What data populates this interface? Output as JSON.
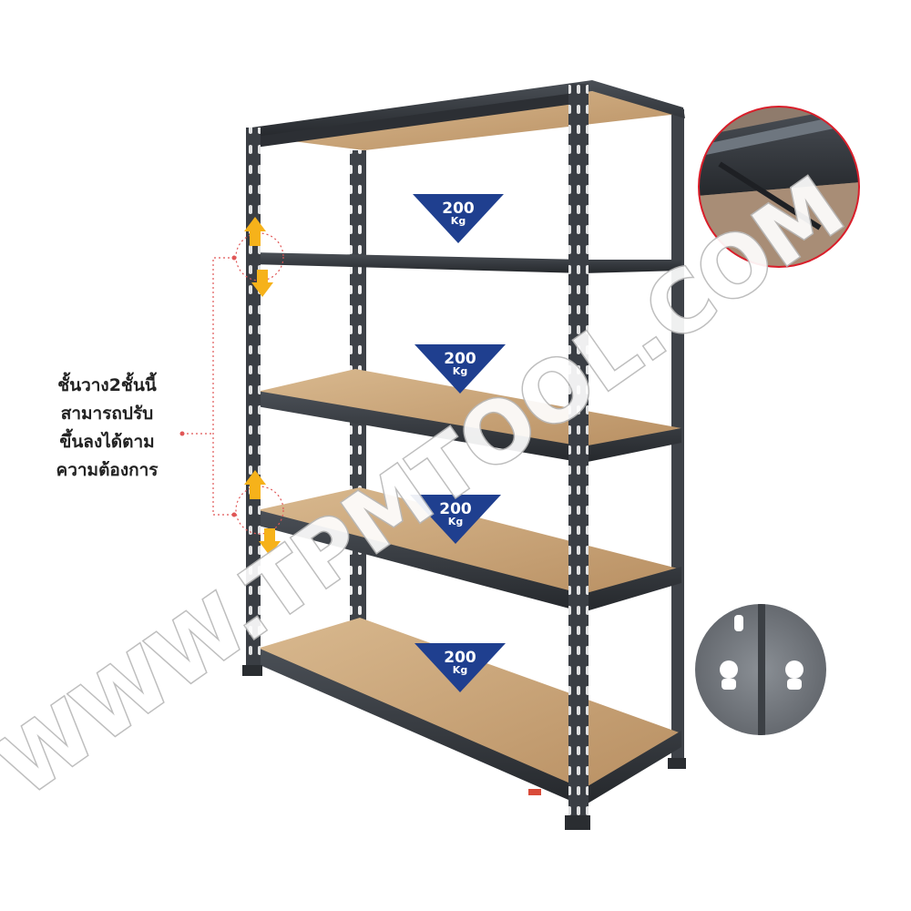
{
  "note": {
    "lines": [
      "ชั้นวาง2ชั้นนี้",
      "สามารถปรับ",
      "ขึ้นลงได้ตาม",
      "ความต้องการ"
    ]
  },
  "load_badges": [
    {
      "value": "200",
      "unit": "Kg"
    },
    {
      "value": "200",
      "unit": "Kg"
    },
    {
      "value": "200",
      "unit": "Kg"
    },
    {
      "value": "200",
      "unit": "Kg"
    }
  ],
  "watermark": "WWW.TPMTOOL.COM",
  "colors": {
    "badge": "#1f3f8f",
    "arrow": "#f6b21a",
    "callout_line": "#e05656",
    "frame": "#3a3e44",
    "board": "#c9a57c",
    "zoom_ring": "#d91e2a"
  }
}
